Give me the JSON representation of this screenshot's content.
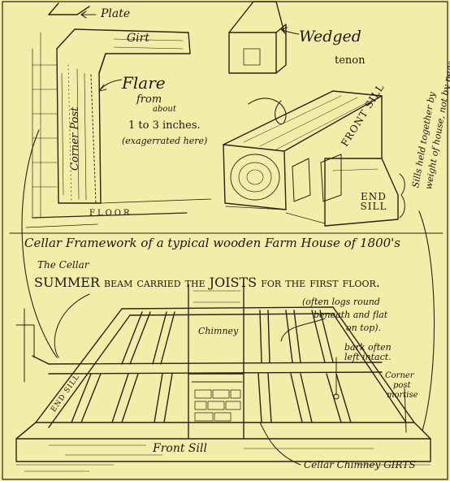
{
  "labels": {
    "plate": "Plate",
    "girt": "Girt",
    "corner_post": "Corner Post",
    "flare": "Flare",
    "flare_from": "from",
    "flare_about": "about",
    "flare_range": "1 to 3 inches.",
    "flare_note": "(exagerrated here)",
    "floor": "FLOOR",
    "wedged": "Wedged",
    "tenon": "tenon",
    "front_sill_top": "FRONT SILL",
    "end_sill_top": "END SILL",
    "sills_note_1": "Sills held together by",
    "sills_note_2": "weight of house, not by pegs.",
    "cellar_title": "Cellar Framework of a typical wooden Farm House of 1800's",
    "the_cellar": "The Cellar",
    "summer_beam_line": "SUMMER beam carried the JOISTS for the first floor.",
    "logs_note_1": "(often logs round",
    "logs_note_2": "beneath and flat",
    "logs_note_3": "on top).",
    "chimney": "Chimney",
    "bark_1": "bark often",
    "bark_2": "left intact.",
    "corner_post_mortise_1": "Corner",
    "corner_post_mortise_2": "post",
    "corner_post_mortise_3": "mortise",
    "end_sill_bottom": "END SILL",
    "front_sill_bottom": "Front Sill",
    "cellar_chimney_girts": "Cellar Chimney GIRTS"
  }
}
